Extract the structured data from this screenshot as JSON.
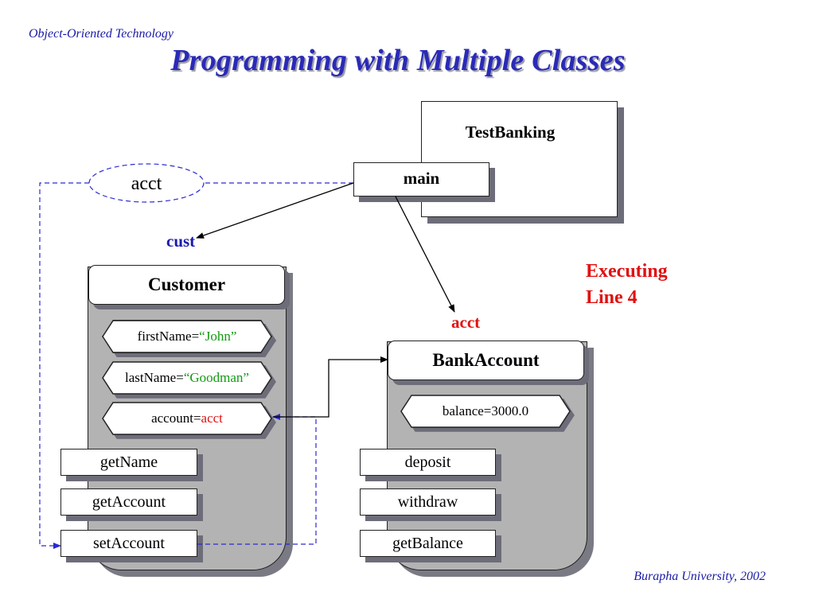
{
  "header": {
    "course": "Object-Oriented Technology",
    "title": "Programming with Multiple Classes"
  },
  "footer": {
    "credit": "Burapha University, 2002"
  },
  "test_banking": {
    "class_name": "TestBanking",
    "method": "main"
  },
  "acct_ellipse": {
    "label": "acct"
  },
  "labels": {
    "cust": "cust",
    "acct": "acct"
  },
  "status": {
    "line1": "Executing",
    "line2": "Line 4"
  },
  "customer": {
    "class_name": "Customer",
    "fields": [
      {
        "name": "firstName=",
        "value": "“John”"
      },
      {
        "name": "lastName=",
        "value": "“Goodman”"
      },
      {
        "name": "account=",
        "value": "acct"
      }
    ],
    "methods": [
      "getName",
      "getAccount",
      "setAccount"
    ]
  },
  "bank_account": {
    "class_name": "BankAccount",
    "fields": [
      {
        "name": "balance=3000.0",
        "value": ""
      }
    ],
    "methods": [
      "deposit",
      "withdraw",
      "getBalance"
    ]
  },
  "colors": {
    "title": "#2a2ab8",
    "reference": "#e01010",
    "string_value": "#129a12",
    "class_body": "#b3b3b3",
    "link": "#2a2ad0"
  }
}
